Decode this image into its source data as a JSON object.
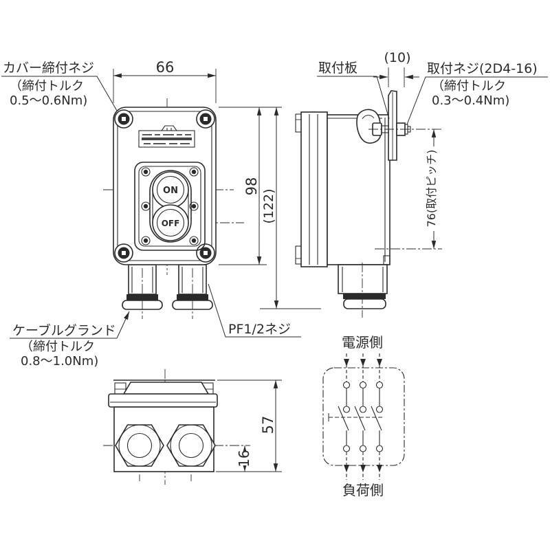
{
  "colors": {
    "line": "#2a2a2a",
    "background": "#ffffff"
  },
  "labels": {
    "cover_screw": [
      "カバー締付ネジ",
      "（締付トルク",
      "0.5〜0.6Nm)"
    ],
    "mounting_plate": [
      "取付板"
    ],
    "mounting_screw": [
      "取付ネジ(2D4-16)",
      "（締付トルク",
      "0.3〜0.4Nm)"
    ],
    "cable_gland": [
      "ケーブルグランド",
      "（締付トルク",
      "0.8〜1.0Nm)"
    ],
    "pf_thread": [
      "PF1/2ネジ"
    ]
  },
  "dimensions": {
    "width": "66",
    "body_height": "98",
    "total_height": "(122)",
    "plate_offset": "(10)",
    "mounting_pitch": "76(取付ピッチ)",
    "depth": "57",
    "gland_offset": "16"
  },
  "circuit": {
    "power_side": "電源側",
    "load_side": "負荷側"
  },
  "buttons": {
    "on": "ON",
    "off": "OFF"
  }
}
